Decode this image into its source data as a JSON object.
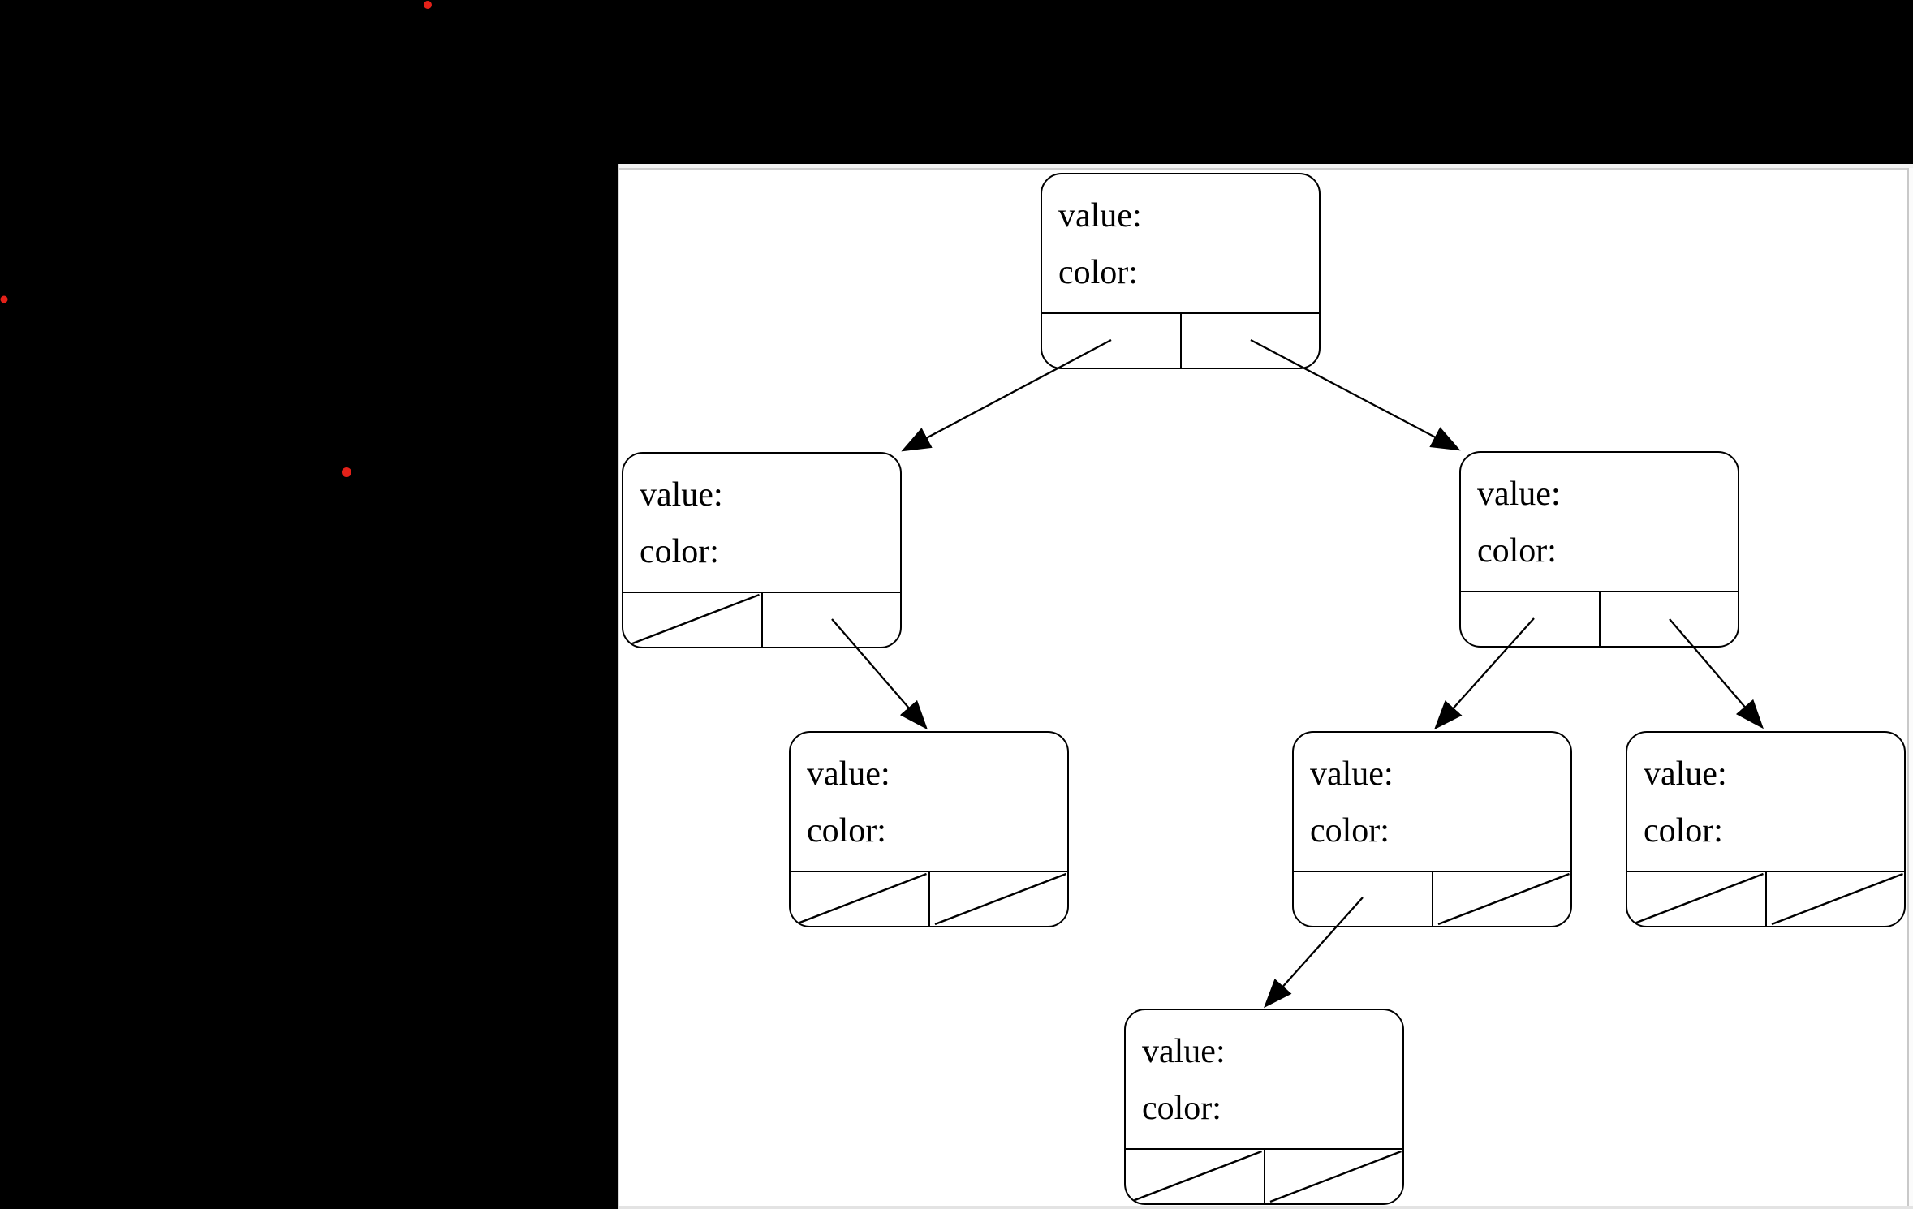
{
  "window": {
    "background_color": "#000000",
    "panel_background": "#ffffff",
    "panel_trim_color": "#cfcfcf"
  },
  "colors": {
    "line": "#000000",
    "red_dot": "#e32119"
  },
  "diagram": {
    "nodes": [
      {
        "id": "root",
        "value_label": "value:",
        "color_label": "color:",
        "left_pointer": "arrow-to-child",
        "right_pointer": "arrow-to-child"
      },
      {
        "id": "left-child",
        "value_label": "value:",
        "color_label": "color:",
        "left_pointer": "null-slash",
        "right_pointer": "arrow-to-child"
      },
      {
        "id": "right-child",
        "value_label": "value:",
        "color_label": "color:",
        "left_pointer": "arrow-to-child",
        "right_pointer": "arrow-to-child"
      },
      {
        "id": "left-right-grandchild",
        "value_label": "value:",
        "color_label": "color:",
        "left_pointer": "null-slash",
        "right_pointer": "null-slash"
      },
      {
        "id": "right-left-grandchild",
        "value_label": "value:",
        "color_label": "color:",
        "left_pointer": "arrow-to-child",
        "right_pointer": "null-slash"
      },
      {
        "id": "right-right-grandchild",
        "value_label": "value:",
        "color_label": "color:",
        "left_pointer": "null-slash",
        "right_pointer": "null-slash"
      },
      {
        "id": "right-left-left-descendant",
        "value_label": "value:",
        "color_label": "color:",
        "left_pointer": "null-slash",
        "right_pointer": "null-slash"
      }
    ]
  },
  "annotations": {
    "red_dot_count": 3
  }
}
